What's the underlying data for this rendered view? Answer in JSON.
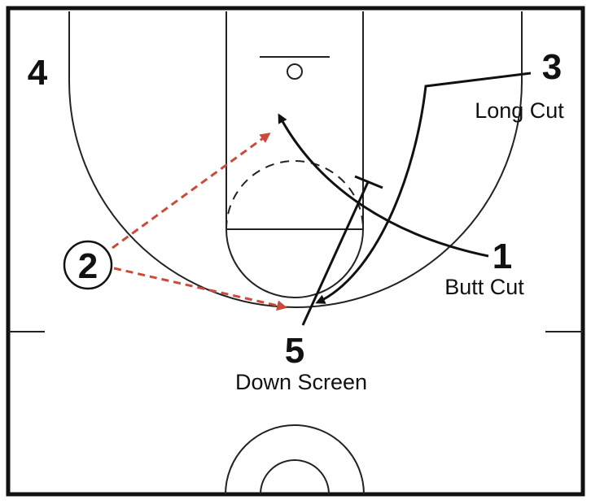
{
  "players": {
    "p1": "1",
    "p2": "2",
    "p3": "3",
    "p4": "4",
    "p5": "5"
  },
  "notes": {
    "long_cut": "Long Cut",
    "butt_cut": "Butt Cut",
    "down_screen": "Down Screen"
  },
  "colors": {
    "pass": "#cc4a3b",
    "cut": "#111111",
    "court_line": "#222222",
    "border": "#111111"
  }
}
